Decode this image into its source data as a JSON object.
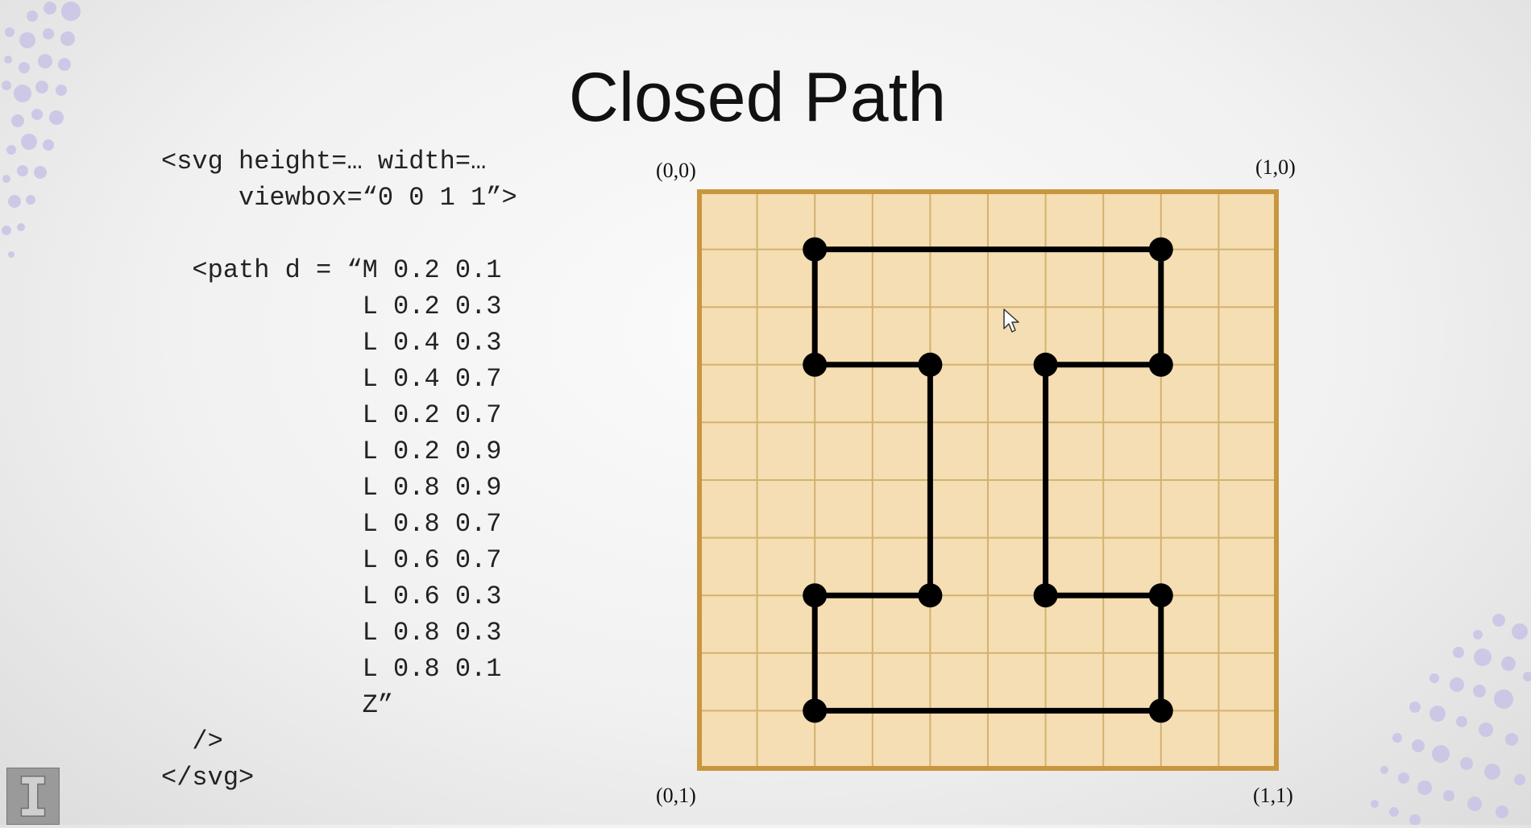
{
  "slide": {
    "title": "Closed Path",
    "code_lines": [
      "<svg height=… width=…",
      "     viewbox=“0 0 1 1”>",
      "",
      "  <path d = “M 0.2 0.1",
      "             L 0.2 0.3",
      "             L 0.4 0.3",
      "             L 0.4 0.7",
      "             L 0.2 0.7",
      "             L 0.2 0.9",
      "             L 0.8 0.9",
      "             L 0.8 0.7",
      "             L 0.6 0.7",
      "             L 0.6 0.3",
      "             L 0.8 0.3",
      "             L 0.8 0.1",
      "             Z”",
      "  />",
      "</svg>"
    ]
  },
  "diagram": {
    "grid_divisions": 10,
    "corner_labels": {
      "top_left": "(0,0)",
      "top_right": "(1,0)",
      "bottom_left": "(0,1)",
      "bottom_right": "(1,1)"
    },
    "path_points": [
      [
        0.2,
        0.1
      ],
      [
        0.2,
        0.3
      ],
      [
        0.4,
        0.3
      ],
      [
        0.4,
        0.7
      ],
      [
        0.2,
        0.7
      ],
      [
        0.2,
        0.9
      ],
      [
        0.8,
        0.9
      ],
      [
        0.8,
        0.7
      ],
      [
        0.6,
        0.7
      ],
      [
        0.6,
        0.3
      ],
      [
        0.8,
        0.3
      ],
      [
        0.8,
        0.1
      ]
    ],
    "closed": true,
    "colors": {
      "fill": "#f5deb3",
      "border": "#c8963e",
      "grid": "#d3b26e",
      "path": "#000000"
    }
  },
  "icons": [
    "cursor-arrow-icon",
    "university-logo-icon"
  ]
}
